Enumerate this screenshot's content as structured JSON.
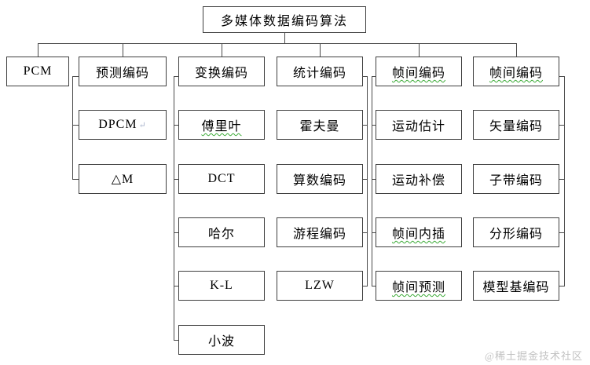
{
  "tree": {
    "root": {
      "label": "多媒体数据编码算法"
    },
    "level1": [
      {
        "label": "PCM"
      },
      {
        "label": "预测编码"
      },
      {
        "label": "变换编码"
      },
      {
        "label": "统计编码"
      },
      {
        "label": "帧间编码",
        "spellcheck_squiggle": true
      },
      {
        "label": "帧间编码",
        "spellcheck_squiggle": true
      }
    ],
    "predictive_children": [
      {
        "label": "DPCM",
        "return_mark": "↵"
      },
      {
        "label": "△M"
      }
    ],
    "transform_children": [
      {
        "label": "傅里叶",
        "spellcheck_squiggle": true
      },
      {
        "label": "DCT"
      },
      {
        "label": "哈尔"
      },
      {
        "label": "K-L"
      },
      {
        "label": "小波"
      }
    ],
    "statistical_children": [
      {
        "label": "霍夫曼"
      },
      {
        "label": "算数编码"
      },
      {
        "label": "游程编码"
      },
      {
        "label": "LZW"
      }
    ],
    "interframe1_children": [
      {
        "label": "运动估计"
      },
      {
        "label": "运动补偿"
      },
      {
        "label": "帧间内插",
        "spellcheck_squiggle": true
      },
      {
        "label": "帧间预测",
        "spellcheck_squiggle": true
      }
    ],
    "interframe2_children": [
      {
        "label": "矢量编码"
      },
      {
        "label": "子带编码"
      },
      {
        "label": "分形编码"
      },
      {
        "label": "模型基编码"
      }
    ]
  },
  "colors": {
    "connector_line": "#4a4a4a",
    "box_border": "#3f3f3f",
    "spellcheck_squiggle": "#3aaa35",
    "watermark_text": "#c2c2c2"
  },
  "watermark": {
    "text": "@稀土掘金技术社区"
  }
}
